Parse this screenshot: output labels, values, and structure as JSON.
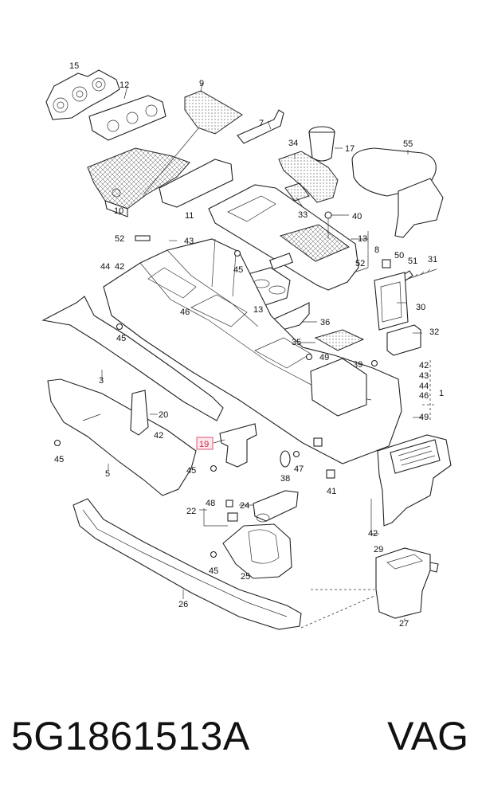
{
  "callouts": {
    "c15": "15",
    "c12": "12",
    "c9": "9",
    "c7": "7",
    "c34": "34",
    "c17": "17",
    "c55": "55",
    "c10": "10",
    "c33": "33",
    "c40": "40",
    "c11": "11",
    "c13a": "13",
    "c52a": "52",
    "c52b": "52",
    "c8": "8",
    "c43": "43",
    "c44": "44",
    "c42a": "42",
    "c45a": "45",
    "c50": "50",
    "c51": "51",
    "c31": "31",
    "c13b": "13",
    "c46": "46",
    "c30": "30",
    "c36": "36",
    "c45b": "45",
    "c35": "35",
    "c32": "32",
    "c3": "3",
    "c49a": "49",
    "c39": "39",
    "c42b": "42",
    "c43b": "43",
    "c44b": "44",
    "c46b": "46",
    "c1": "1",
    "c49b": "49",
    "c20": "20",
    "c19": "19",
    "c42c": "42",
    "c45c": "45",
    "c47": "47",
    "c45d": "45",
    "c5": "5",
    "c38": "38",
    "c41": "41",
    "c22": "22",
    "c48": "48",
    "c24": "24",
    "c42d": "42",
    "c29": "29",
    "c45e": "45",
    "c25": "25",
    "c26": "26",
    "c27": "27"
  },
  "highlight": {
    "label": "19",
    "color": "#e05570"
  },
  "footer": {
    "part_number": "5G1861513A",
    "brand": "VAG"
  }
}
